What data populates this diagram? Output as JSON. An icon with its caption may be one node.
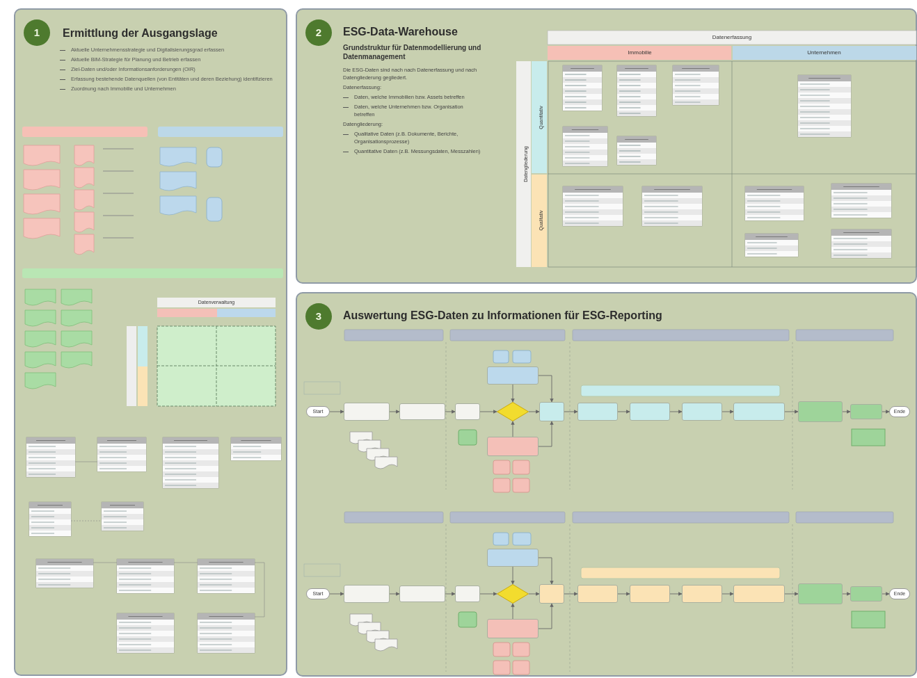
{
  "diagram": {
    "nodes": [
      {
        "text": [
          "Ermittlung der Ausgangslage"
        ]
      },
      {
        "text": [
          "1"
        ],
        "in": 0
      },
      {
        "text": [
          "ESG-Data-Warehouse"
        ]
      },
      {
        "text": [
          "2"
        ],
        "in": 2
      },
      {
        "text": [
          "Auswertung ESG-Daten zu Informationen für ESG-Reporting"
        ]
      },
      {
        "text": [
          "3"
        ],
        "in": 4
      },
      {
        "text": [
          "Start"
        ],
        "in": 4
      },
      {
        "text": [],
        "shape": "box",
        "in": 4
      },
      {
        "text": [],
        "shape": "box",
        "in": 4
      },
      {
        "text": [],
        "shape": "box",
        "in": 4
      },
      {
        "text": [],
        "shape": "diamond",
        "in": 4
      },
      {
        "text": [],
        "shape": "box",
        "in": 4
      },
      {
        "text": [],
        "shape": "box",
        "in": 4
      },
      {
        "text": [],
        "shape": "box",
        "in": 4
      },
      {
        "text": [],
        "shape": "box",
        "in": 4
      },
      {
        "text": [],
        "shape": "box",
        "in": 4
      },
      {
        "text": [],
        "shape": "box",
        "in": 4
      },
      {
        "text": [],
        "shape": "box",
        "in": 4
      },
      {
        "text": [],
        "shape": "box",
        "in": 4
      },
      {
        "text": [],
        "shape": "box",
        "in": 4
      },
      {
        "text": [
          "Ende"
        ],
        "in": 4
      },
      {
        "text": [
          "Start"
        ],
        "in": 4
      },
      {
        "text": [],
        "shape": "box",
        "in": 4
      },
      {
        "text": [],
        "shape": "box",
        "in": 4
      },
      {
        "text": [],
        "shape": "box",
        "in": 4
      },
      {
        "text": [],
        "shape": "diamond",
        "in": 4
      },
      {
        "text": [],
        "shape": "box",
        "in": 4
      },
      {
        "text": [],
        "shape": "box",
        "in": 4
      },
      {
        "text": [],
        "shape": "box",
        "in": 4
      },
      {
        "text": [],
        "shape": "box",
        "in": 4
      },
      {
        "text": [],
        "shape": "box",
        "in": 4
      },
      {
        "text": [],
        "shape": "box",
        "in": 4
      },
      {
        "text": [],
        "shape": "box",
        "in": 4
      },
      {
        "text": [],
        "shape": "box",
        "in": 4
      },
      {
        "text": [],
        "shape": "box",
        "in": 4
      },
      {
        "text": [
          "Ende"
        ],
        "in": 4
      }
    ],
    "edges": [
      {
        "from": 6,
        "to": 7,
        "arrow": "to"
      },
      {
        "from": 7,
        "to": 8,
        "arrow": "to"
      },
      {
        "from": 8,
        "to": 9,
        "arrow": "to"
      },
      {
        "from": 9,
        "to": 10,
        "arrow": "to"
      },
      {
        "from": 11,
        "to": 10,
        "arrow": "to"
      },
      {
        "from": 12,
        "to": 10,
        "arrow": "to"
      },
      {
        "from": 10,
        "to": 13,
        "arrow": "to"
      },
      {
        "from": 11,
        "to": 13,
        "arrow": "to"
      },
      {
        "from": 12,
        "to": 13,
        "arrow": "to"
      },
      {
        "from": 13,
        "to": 14,
        "arrow": "to"
      },
      {
        "from": 14,
        "to": 15,
        "arrow": "to"
      },
      {
        "from": 15,
        "to": 16,
        "arrow": "to"
      },
      {
        "from": 16,
        "to": 17,
        "arrow": "to"
      },
      {
        "from": 17,
        "to": 18,
        "arrow": "to"
      },
      {
        "from": 18,
        "to": 19,
        "arrow": "to"
      },
      {
        "from": 19,
        "to": 20,
        "arrow": "to"
      },
      {
        "from": 21,
        "to": 22,
        "arrow": "to"
      },
      {
        "from": 22,
        "to": 23,
        "arrow": "to"
      },
      {
        "from": 23,
        "to": 24,
        "arrow": "to"
      },
      {
        "from": 24,
        "to": 25,
        "arrow": "to"
      },
      {
        "from": 26,
        "to": 25,
        "arrow": "to"
      },
      {
        "from": 27,
        "to": 25,
        "arrow": "to"
      },
      {
        "from": 25,
        "to": 28,
        "arrow": "to"
      },
      {
        "from": 26,
        "to": 28,
        "arrow": "to"
      },
      {
        "from": 27,
        "to": 28,
        "arrow": "to"
      },
      {
        "from": 28,
        "to": 29,
        "arrow": "to"
      },
      {
        "from": 29,
        "to": 30,
        "arrow": "to"
      },
      {
        "from": 30,
        "to": 31,
        "arrow": "to"
      },
      {
        "from": 31,
        "to": 32,
        "arrow": "to"
      },
      {
        "from": 32,
        "to": 33,
        "arrow": "to"
      },
      {
        "from": 33,
        "to": 34,
        "arrow": "to"
      },
      {
        "from": 34,
        "to": 35,
        "arrow": "to"
      }
    ],
    "labels": [
      "Aktuelle Unternehmensstrategie und Digitalisierungsgrad erfassen",
      "Aktuelle BIM-Strategie für Planung und Betrieb erfassen",
      "Ziel-Daten und/oder Informationsanforderungen (OIR)",
      "Erfassung bestehende Datenquellen (von Entitäten und deren Beziehung) identifizieren",
      "Zuordnung nach Immobilie und Unternehmen",
      "Datenverwaltung",
      "Grundstruktur für Datenmodellierung und Datenmanagement",
      "Die ESG-Daten sind nach nach Datenerfassung und nach Datengliederung gegliedert.",
      "Datenerfassung:",
      "Daten, welche Immobilien bzw. Assets betreffen",
      "Daten, welche Unternehmen bzw. Organisation betreffen",
      "Datengliederung:",
      "Qualitative Daten (z.B. Dokumente, Berichte, Organisationsprozesse)",
      "Quantitative Daten (z.B. Messungsdaten, Messzahlen)",
      "Datenerfassung",
      "Immobilie",
      "Unternehmen",
      "Datengliederung",
      "Quantitativ",
      "Qualitativ"
    ]
  }
}
